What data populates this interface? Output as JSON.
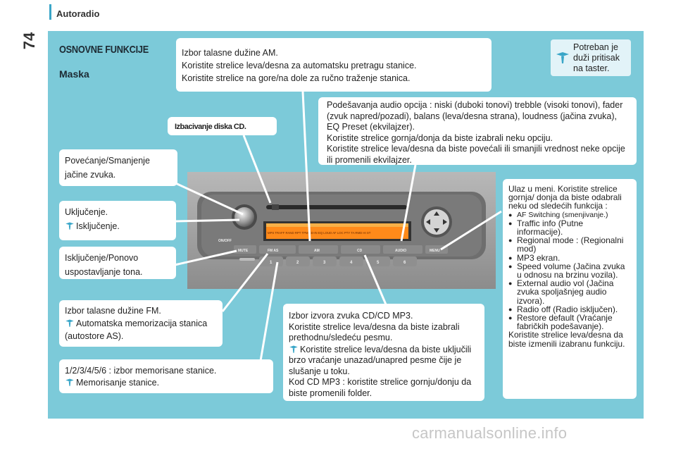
{
  "header": {
    "title": "Autoradio",
    "page_number": "74"
  },
  "section": {
    "title": "OSNOVNE FUNKCIJE",
    "subtitle": "Maska"
  },
  "notes": {
    "am": [
      "Izbor talasne dužine AM.",
      "Koristite strelice leva/desna za automatsku pretragu stanice.",
      "Koristite strelice na gore/na dole za ručno traženje stanica."
    ],
    "eject": "Izbacivanje diska CD.",
    "long_press": "Potreban je duži pritisak na taster.",
    "audio": [
      "Podešavanja audio opcija : niski (duboki tonovi) trebble (visoki tonovi), fader (zvuk napred/pozadi), balans (leva/desna strana), loudness (jačina zvuka), EQ Preset (ekvilajzer).",
      "Koristite strelice gornja/donja da biste izabrali neku opciju.",
      "Koristite strelice leva/desna da biste povećali ili smanjili vrednost neke opcije ili promenili ekvilajzer."
    ],
    "volume": [
      "Povećanje/Smanjenje",
      "jačine zvuka."
    ],
    "on": "Uključenje.",
    "off": "Isključenje.",
    "mute": [
      "Isključenje/Ponovo",
      "uspostavljanje tona."
    ],
    "menu": {
      "intro": "Ulaz u meni. Koristite strelice gornja/ donja da biste odabrali neku od sledećih funkcija :",
      "items": [
        "AF Switching (smenjivanje.)",
        "Traffic info (Putne informacije).",
        "Regional mode : (Regionalni mod)",
        "MP3 ekran.",
        "Speed volume (Jačina zvuka u odnosu na brzinu vozila).",
        "External audio vol (Jačina zvuka spoljašnjeg audio izvora).",
        "Radio off (Radio isključen).",
        "Restore default (Vraćanje fabričkih podešavanje)."
      ],
      "outro": "Koristite strelice leva/desna da biste izmenili izabranu funkciju."
    },
    "fm": [
      "Izbor talasne dužine FM.",
      "Automatska memorizacija stanica",
      "(autostore AS)."
    ],
    "cd": [
      "Izbor izvora zvuka CD/CD MP3.",
      "Koristite strelice leva/desna da biste izabrali prethodnu/sledeću pesmu.",
      "Koristite strelice leva/desna da biste uključili brzo vraćanje unazad/unapred pesme čije je slušanje u toku.",
      "Kod CD MP3 : koristite strelice gornju/donju da biste promenili folder."
    ],
    "preset": [
      "1/2/3/4/5/6 : izbor memorisane stanice.",
      "Memorisanje stanice."
    ]
  },
  "radio": {
    "display": "MPS   TRAFF  RAND  RPT  TPM  CD-IN  EQ  LOUD  AF  LOC  PTY  TA  RMD  HI  ST",
    "buttons": {
      "onoff": "ON/OFF",
      "mute": "MUTE",
      "fm": "FM AS",
      "am": "AM",
      "cd": "CD",
      "audio": "AUDIO",
      "menu": "MENU",
      "presets": [
        "1",
        "2",
        "3",
        "4",
        "5",
        "6"
      ]
    }
  },
  "colors": {
    "panel": "#7ccad9",
    "accent": "#3aa6c8"
  },
  "watermark": "carmanualsonline.info"
}
